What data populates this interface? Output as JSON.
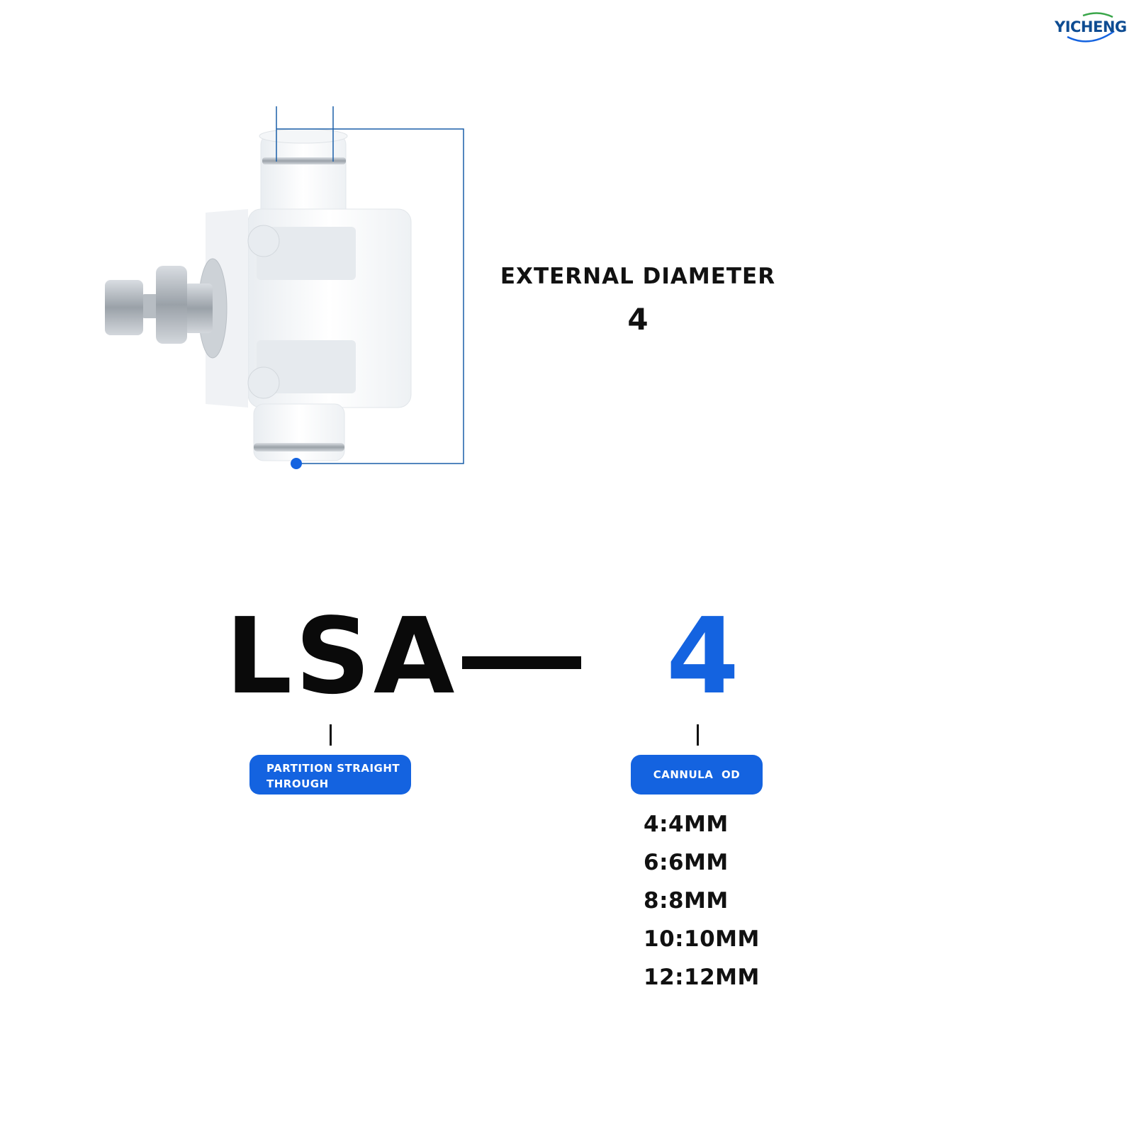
{
  "brand": {
    "logo_text": "YICHENG"
  },
  "spec": {
    "label": "EXTERNAL DIAMETER",
    "value": "4"
  },
  "model_code": {
    "series": "LSA",
    "size": "4"
  },
  "callouts": {
    "series_label_line1": "PARTITION STRAIGHT",
    "series_label_line2": "THROUGH",
    "size_label": "CANNULA  OD"
  },
  "size_options": [
    "4:4MM",
    "6:6MM",
    "8:8MM",
    "10:10MM",
    "12:12MM"
  ],
  "colors": {
    "accent": "#1463e0",
    "text": "#111111",
    "logo": "#0e4c92",
    "dimension_line": "#1a5fa8"
  }
}
